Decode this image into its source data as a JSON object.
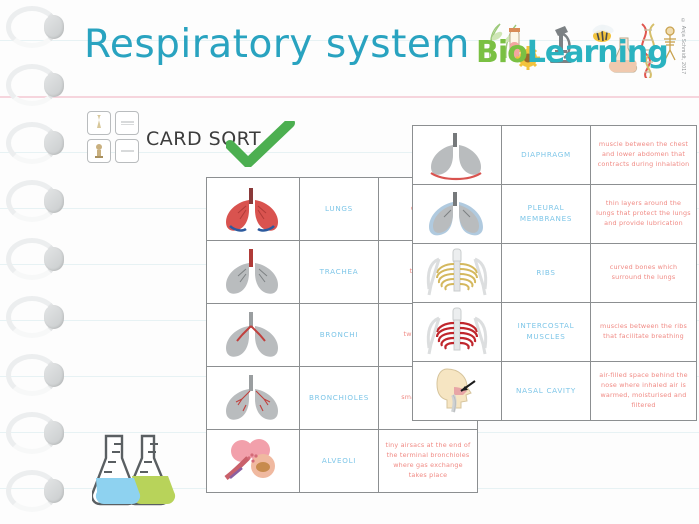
{
  "header": {
    "title": "Respiratory system",
    "logo": {
      "part1": "Bio",
      "part2": "Learning",
      "copyright": "© Anja Schmidt, 2017"
    },
    "accent_color": "#29a3c0",
    "rule_color_pink": "#f6d5dd"
  },
  "activity": {
    "label": "CARD SORT",
    "check_icon": "green-check-icon",
    "icon_name": "card-sort-icon"
  },
  "decor": {
    "flasks_icon": "conical-flasks-icon",
    "flask_blue": "#8ed2f0",
    "flask_green": "#b8d35a",
    "spiral_icon": "spiral-binding-icon"
  },
  "table_left": {
    "rows": [
      {
        "image": "lungs-red-icon",
        "term": "LUNGS",
        "description": "organs\nfor"
      },
      {
        "image": "lungs-trachea-icon",
        "term": "TRACHEA",
        "description": "tub\nthe\nwit"
      },
      {
        "image": "lungs-bronchi-icon",
        "term": "BRONCHI",
        "description": "two tu\nthe w\nb"
      },
      {
        "image": "lungs-bronchioles-icon",
        "term": "BRONCHIOLES",
        "description": "small\nconnec\nto"
      },
      {
        "image": "alveoli-icon",
        "term": "ALVEOLI",
        "description": "tiny airsacs at the end of the terminal bronchioles where gas exchange takes place"
      }
    ]
  },
  "table_right": {
    "rows": [
      {
        "image": "lungs-diaphragm-icon",
        "term": "DIAPHRAGM",
        "description": "muscle between the chest and lower abdomen that contracts during inhalation"
      },
      {
        "image": "lungs-pleural-icon",
        "term": "PLEURAL MEMBRANES",
        "description": "thin layers around the lungs that protect the lungs and provide lubrication"
      },
      {
        "image": "ribcage-icon",
        "term": "RIBS",
        "description": "curved bones which surround the lungs"
      },
      {
        "image": "ribcage-intercostal-icon",
        "term": "INTERCOSTAL MUSCLES",
        "description": "muscles between the ribs that facilitate breathing"
      },
      {
        "image": "head-nasal-cavity-icon",
        "term": "NASAL CAVITY",
        "description": "air-filled space behind the nose where inhaled air is warmed, moisturised and filtered"
      }
    ]
  },
  "colors": {
    "term_text": "#7ec6e8",
    "description_text": "#f08a84",
    "border": "#8c8f91"
  }
}
